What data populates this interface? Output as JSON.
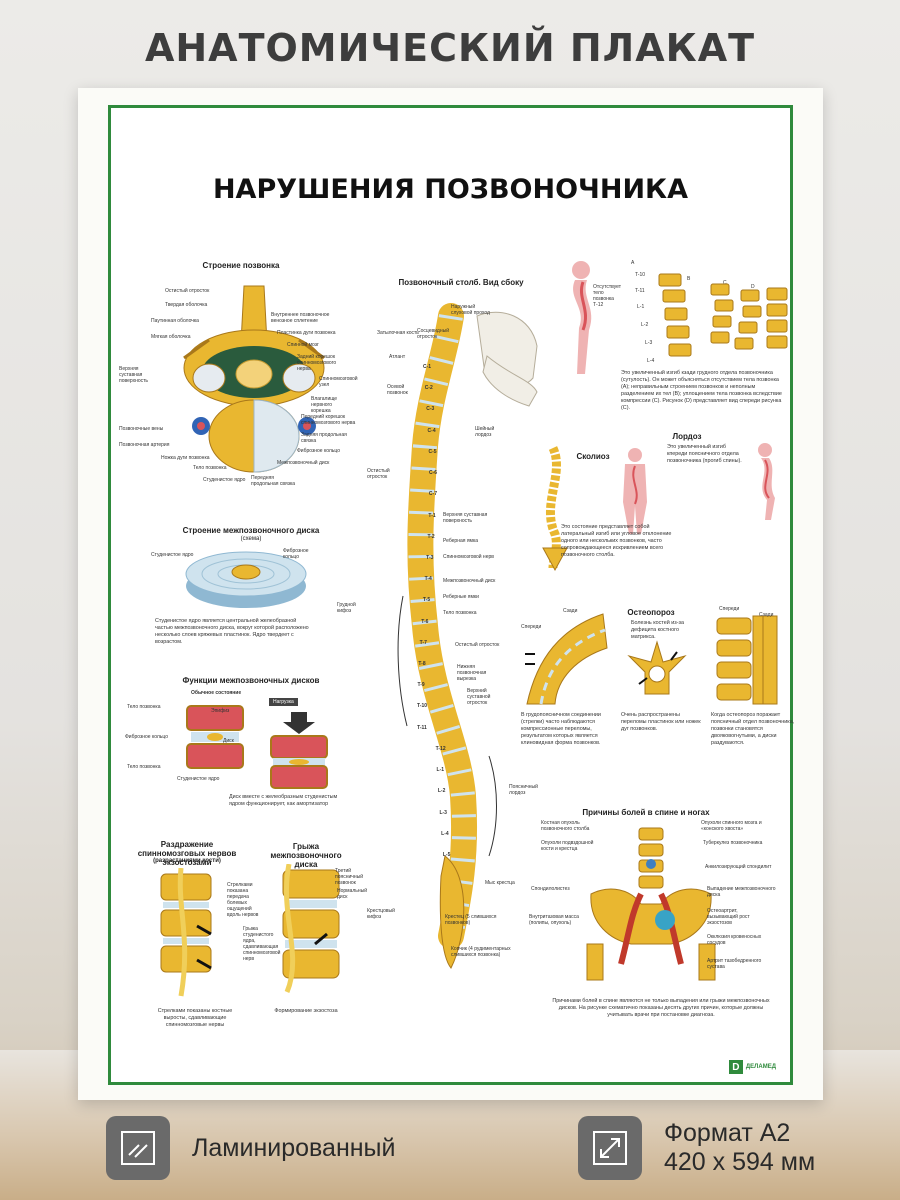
{
  "header": {
    "title": "АНАТОМИЧЕСКИЙ ПЛАКАТ"
  },
  "poster": {
    "title": "НАРУШЕНИЯ ПОЗВОНОЧНИКА",
    "brand": "ДЕЛАМЕД",
    "sections": {
      "vertebra": {
        "title": "Строение позвонка",
        "labels": [
          "Остистый отросток",
          "Твердая оболочка",
          "Паутинная оболочка",
          "Мягкая оболочка",
          "Верхняя суставная поверхность",
          "Позвоночные вены",
          "Позвоночная артерия",
          "Ножка дуги позвонка",
          "Тело позвонка",
          "Студенистое ядро",
          "Внутреннее позвоночное венозное сплетение",
          "Пластинка дуги позвонка",
          "Спинной мозг",
          "Задний корешок спинномозгового нерва",
          "Спинномозговой узел",
          "Влагалище нервного корешка",
          "Передний корешок спинномозгового нерва",
          "Задняя продольная связка",
          "Фиброзное кольцо",
          "Межпозвоночный диск",
          "Передняя продольная связка"
        ]
      },
      "disc": {
        "title": "Строение межпозвоночного диска",
        "subtitle": "(схема)",
        "labels": [
          "Студенистое ядро",
          "Фиброзное кольцо"
        ],
        "text": "Студенистое ядро является центральной желеобразной частью межпозвоночного диска, вокруг которой расположено несколько слоев кряжевых пластинок. Ядро твердеет с возрастом."
      },
      "functions": {
        "title": "Функции межпозвоночных дисков",
        "normal": "Обычное состояние",
        "load": "Нагрузка",
        "labels": [
          "Тело позвонка",
          "Эпифиз",
          "Фиброзное кольцо",
          "Диск",
          "Тело позвонка",
          "Студенистое ядро"
        ],
        "text": "Диск вместе с желеобразным студенистым ядром функционирует, как амортизатор"
      },
      "exostosis": {
        "title": "Раздражение спинномозговых нервов экзостозами",
        "subtitle": "(разрастаниями кости)",
        "side_text": "Стрелками показана передача болевых ощущений вдоль нервов",
        "text": "Стрелками показаны костные выросты, сдавливающие спинномозговые нервы"
      },
      "hernia": {
        "title": "Грыжа межпозвоночного диска",
        "labels": [
          "Третий поясничный позвонок",
          "Нормальный диск",
          "Грыжа студенистого ядра, сдавливающая спинномозговой нерв"
        ],
        "text": "Формирование экзостоза"
      },
      "spine": {
        "title": "Позвоночный столб. Вид сбоку",
        "labels": [
          "Затылочная кость",
          "Наружный слуховой проход",
          "Сосцевидный отросток",
          "Атлант",
          "Осевой позвонок",
          "Шейный лордоз",
          "Остистый отросток",
          "Верхняя суставная поверхность",
          "Реберная ямка",
          "Спинномозговой нерв",
          "Межпозвоночный диск",
          "Реберные ямки",
          "Тело позвонка",
          "Грудной кифоз",
          "Остистый отросток",
          "Нижняя позвоночная вырезка",
          "Верхний суставной отросток",
          "Поясничный лордоз",
          "Мыс крестца",
          "Крестцовый кифоз",
          "Крестец (5 слившихся позвонков)",
          "Копчик (4 рудиментарных слившихся позвонка)"
        ],
        "vertebrae": [
          "C-1",
          "C-2",
          "C-3",
          "C-4",
          "C-5",
          "C-6",
          "C-7",
          "T-1",
          "T-2",
          "T-3",
          "T-4",
          "T-5",
          "T-6",
          "T-7",
          "T-8",
          "T-9",
          "T-10",
          "T-11",
          "T-12",
          "L-1",
          "L-2",
          "L-3",
          "L-4",
          "L-5"
        ]
      },
      "kyphosis": {
        "labels": [
          "Отсутствует тело позвонка Т-12",
          "A",
          "B",
          "C",
          "D",
          "T-10",
          "T-11",
          "L-1",
          "L-2",
          "L-3",
          "L-4"
        ],
        "text": "Это увеличенный изгиб кзади грудного отдела позвоночника (сутулость). Он может объясняться отсутствием тела позвонка (A); неправильным строением позвонков и неполным разделением их тел (B); уплощением тела позвонка вследствие компрессии (C). Рисунок (D) представляет вид спереди рисунка (C)."
      },
      "scoliosis": {
        "title": "Сколиоз",
        "text": "Это состояние представляет собой латеральный изгиб или угловое отклонение одного или нескольких позвонков, часто сопровождающееся искривлением всего позвоночного столба."
      },
      "lordosis": {
        "title": "Лордоз",
        "text": "Это увеличенный изгиб кпереди поясничного отдела позвоночника (прогиб спины)."
      },
      "osteoporosis": {
        "title": "Остеопороз",
        "intro": "Болезнь костей из-за дефицита костного матрикса.",
        "labels": [
          "Сзади",
          "Спереди",
          "Спереди",
          "Сзади"
        ],
        "text_left": "В грудопоясничном соединении (стрелки) часто наблюдаются компрессионные переломы, результатом которых является клиновидная форма позвонков.",
        "text_mid": "Очень распространены переломы пластинок или ножек дуг позвонков.",
        "text_right": "Когда остеопороз поражает поясничный отдел позвоночника, позвонки становятся двояковогнутыми, а диски раздуваются."
      },
      "pain": {
        "title": "Причины болей в спине и ногах",
        "labels": [
          "Костная опухоль позвоночного столба",
          "Опухоли подвздошной кости и крестца",
          "Спондилолистез",
          "Внутритазовая масса (полипы, опухоль)",
          "Опухоли спинного мозга и «конского хвоста»",
          "Туберкулез позвоночника",
          "Анкилозирующий спондилит",
          "Выпадение межпозвоночного диска",
          "Остеоартрит, вызывающий рост экзостозов",
          "Окклюзия кровеносных сосудов",
          "Артрит тазобедренного сустава"
        ],
        "text": "Причинами болей в спине являются не только выпадения или грыжи межпозвоночных дисков. На рисунке схематично показаны десять других причин, которые должны учитывать врачи при постановке диагноза."
      }
    }
  },
  "features": {
    "laminated": "Ламинированный",
    "format_line1": "Формат А2",
    "format_line2": "420 х 594 мм"
  },
  "colors": {
    "frame": "#2f8a3c",
    "bone": "#e9b730",
    "disc": "#bcd7e6",
    "tissue": "#d9545a",
    "skin": "#efb3b3"
  }
}
